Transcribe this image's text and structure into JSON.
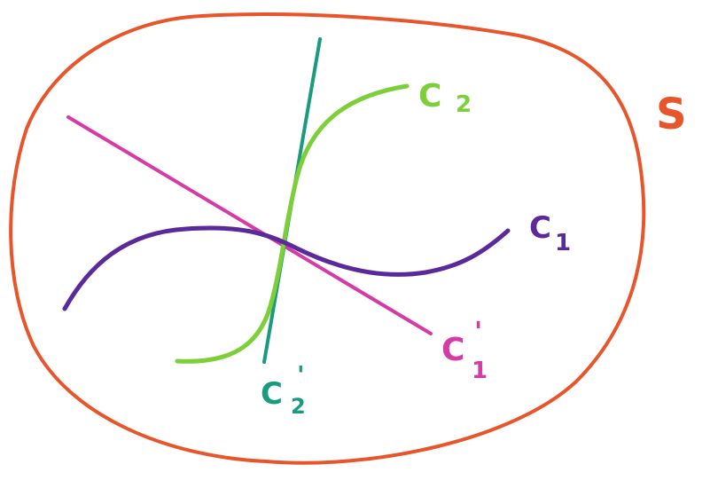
{
  "surface": {
    "label": "S",
    "color": "#e8552a"
  },
  "curves": [
    {
      "id": "c1",
      "label_main": "C",
      "label_sub": "1",
      "label_prime": "",
      "color": "#5a2a9a"
    },
    {
      "id": "c2",
      "label_main": "C",
      "label_sub": "2",
      "label_prime": "",
      "color": "#7dcf3a"
    },
    {
      "id": "c1p",
      "label_main": "C",
      "label_sub": "1",
      "label_prime": "'",
      "color": "#d63aa6"
    },
    {
      "id": "c2p",
      "label_main": "C",
      "label_sub": "2",
      "label_prime": "'",
      "color": "#1a9a7e"
    }
  ]
}
